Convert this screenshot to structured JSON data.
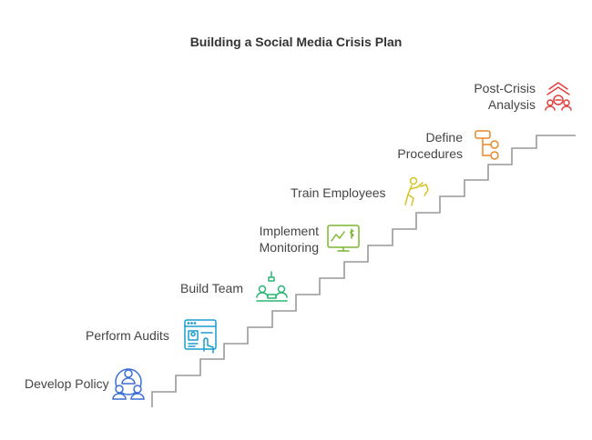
{
  "title": "Building a Social Media Crisis Plan",
  "steps": [
    {
      "label": "Develop Policy",
      "icon": "people-network-icon",
      "color": "#3b6fd4"
    },
    {
      "label": "Perform Audits",
      "icon": "audit-screen-icon",
      "color": "#1a9bd0"
    },
    {
      "label": "Build Team",
      "icon": "team-meeting-icon",
      "color": "#2bb673"
    },
    {
      "label": "Implement Monitoring",
      "icon": "monitoring-screen-icon",
      "color": "#7cb82f"
    },
    {
      "label": "Train Employees",
      "icon": "trainer-icon",
      "color": "#d4c323"
    },
    {
      "label": "Define Procedures",
      "icon": "flowchart-icon",
      "color": "#e8882a"
    },
    {
      "label": "Post-Crisis Analysis",
      "icon": "crisis-analysis-icon",
      "color": "#e0403b"
    }
  ],
  "staircase_color": "#999999"
}
